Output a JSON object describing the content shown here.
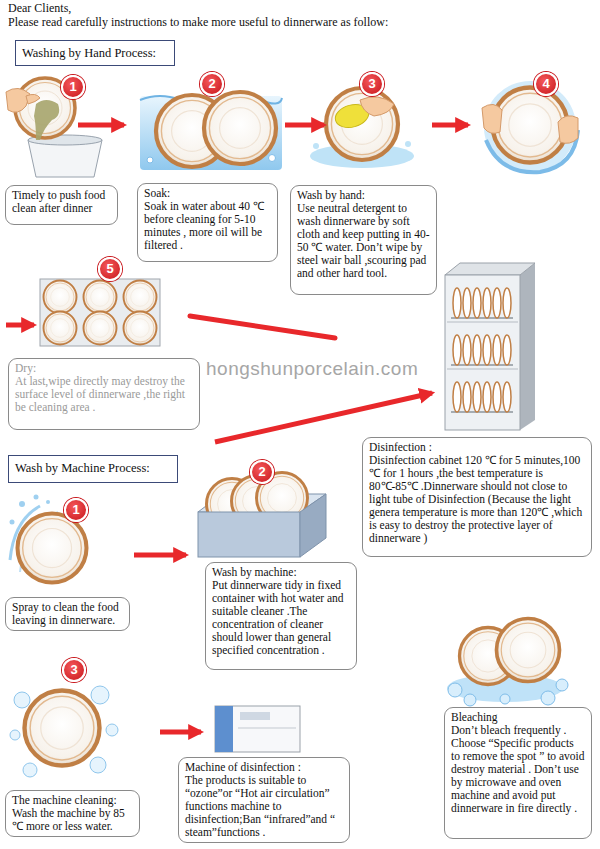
{
  "diagram": {
    "nodes": [
      {
        "text": [
          "Washing by Hand Process:"
        ]
      },
      {
        "text": [
          "Timely to push food clean after dinner"
        ]
      },
      {
        "text": [
          "Soak:",
          "Soak in water about 40 ℃ before cleaning for 5-10 minutes , more oil will be filtered ."
        ]
      },
      {
        "text": [
          "Wash by hand:",
          "Use neutral detergent to wash dinnerware by soft cloth and keep putting in 40-50 ℃ water. Don’t wipe by steel wair ball ,scouring pad and other hard tool."
        ]
      },
      {
        "text": [
          "Dry:",
          "At last,wipe directly may destroy the surface level of dinnerware ,the right be cleaning area ."
        ]
      },
      {
        "text": [
          "Disinfection :",
          "Disinfection cabinet 120 ℃ for 5 minutes,100 ℃ for 1 hours ,the best temperature is 80℃-85℃ .Dinnerware should not close to light tube of Disinfection (Because the light genera temperature is more than 120℃ ,which is easy to destroy the protective layer of dinnerware )"
        ]
      },
      {
        "text": [
          "Wash by Machine Process:"
        ]
      },
      {
        "text": [
          "Spray to clean the food leaving in dinnerware."
        ]
      },
      {
        "text": [
          "Wash by machine:",
          "Put dinnerware tidy in fixed container with hot water and suitable cleaner .The concentration of cleaner should lower than general specified concentration ."
        ]
      },
      {
        "text": [
          "The machine cleaning:",
          "Wash the machine by 85 ℃ more or less water."
        ]
      },
      {
        "text": [
          "Machine of disinfection :",
          "The products is suitable to “ozone”or “Hot air circulation” functions machine to disinfection;Ban “infrared”and “ steam”functions ."
        ]
      },
      {
        "text": [
          "Bleaching",
          "Don’t bleach frequently . Choose “Specific products to remove the spot ” to avoid destroy material . Don’t use by microwave and oven machine and avoid put dinnerware in fire directly ."
        ]
      }
    ],
    "labels": [
      "Dear Clients,",
      "Please read carefully instructions to make more useful to dinnerware as follow:",
      "1",
      "2",
      "3",
      "4",
      "5",
      "hongshunporcelain.com",
      "1",
      "2",
      "3"
    ]
  }
}
